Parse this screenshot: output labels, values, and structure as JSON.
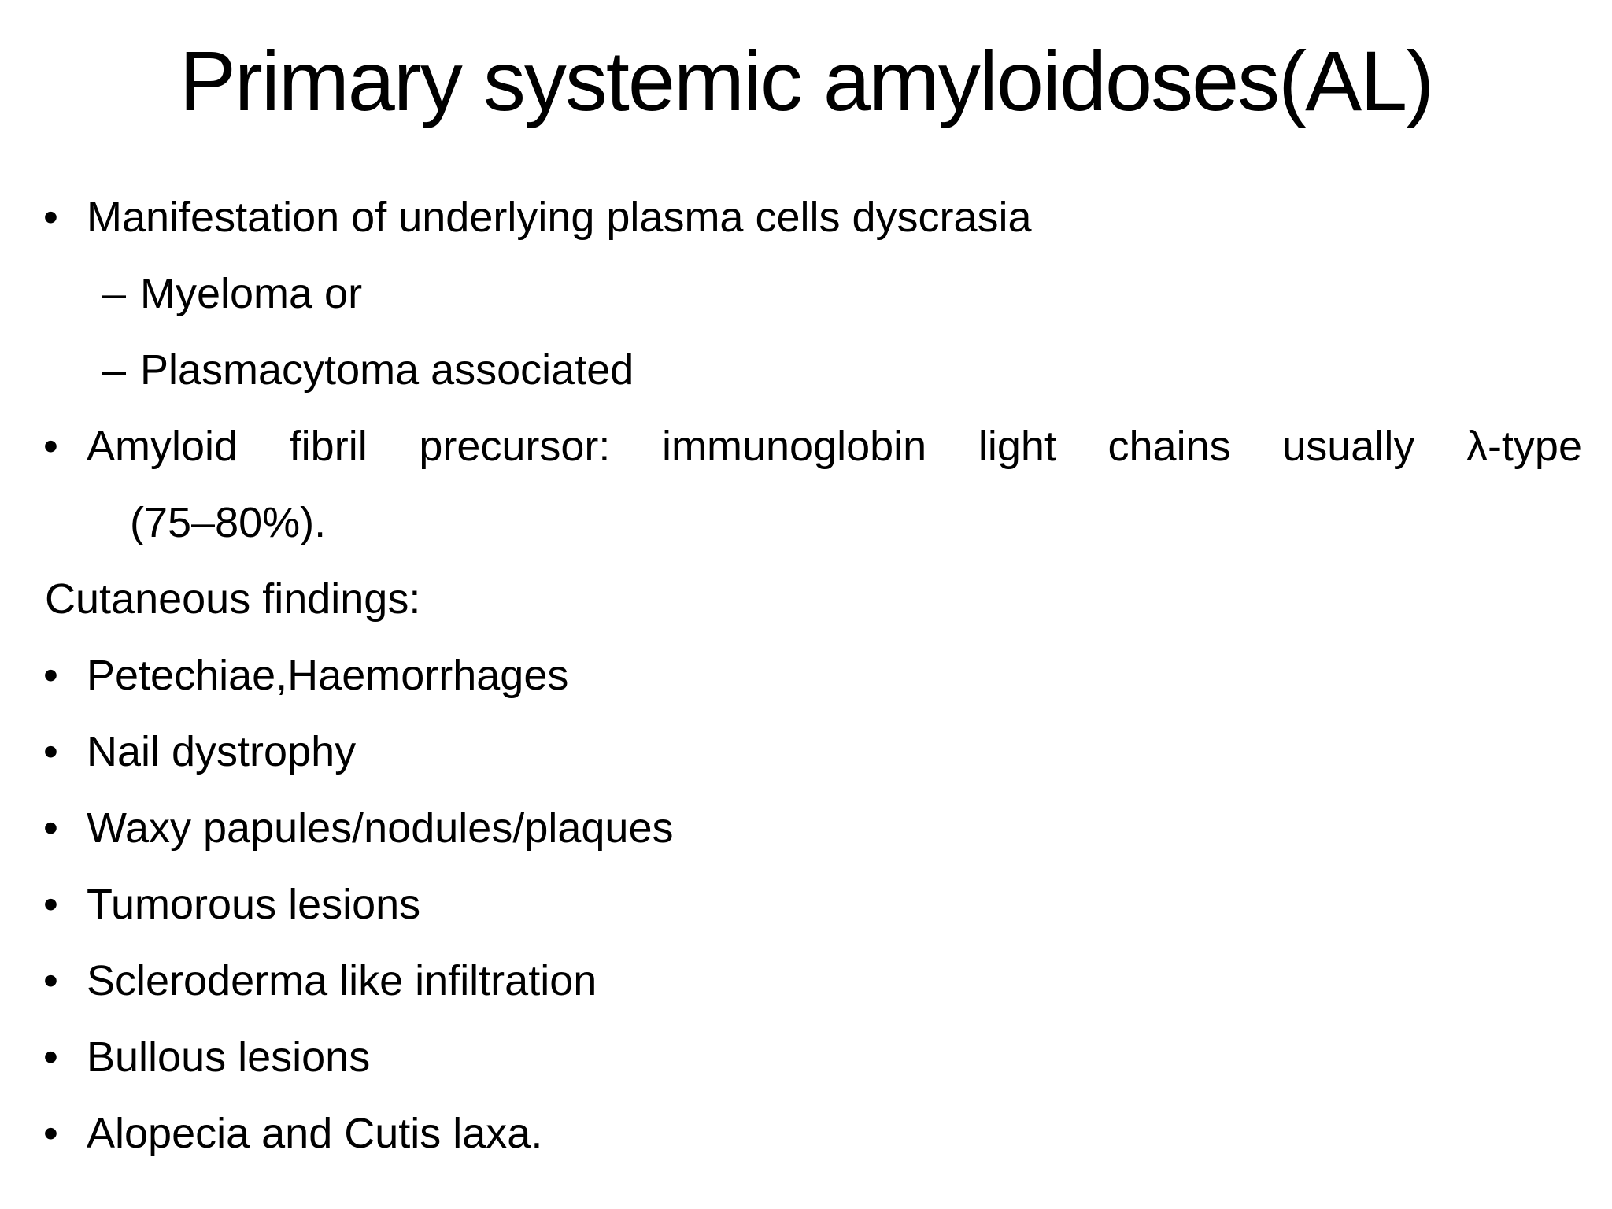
{
  "slide": {
    "title": "Primary systemic amyloidoses(AL)",
    "colors": {
      "background": "#ffffff",
      "text": "#000000"
    },
    "items": [
      {
        "marker": "•",
        "text": "Manifestation of underlying plasma cells dyscrasia"
      },
      {
        "marker": "–",
        "text": "Myeloma or"
      },
      {
        "marker": "–",
        "text": "Plasmacytoma associated"
      },
      {
        "marker": "•",
        "text": "Amyloid fibril precursor: immunoglobin light chains usually λ-type"
      },
      {
        "marker": "",
        "text": "(75–80%)."
      },
      {
        "marker": "",
        "text": "Cutaneous findings:"
      },
      {
        "marker": "•",
        "text": "Petechiae,Haemorrhages"
      },
      {
        "marker": "•",
        "text": "Nail dystrophy"
      },
      {
        "marker": "•",
        "text": "Waxy papules/nodules/plaques"
      },
      {
        "marker": "•",
        "text": "Tumorous lesions"
      },
      {
        "marker": "•",
        "text": "Scleroderma like infiltration"
      },
      {
        "marker": "•",
        "text": "Bullous lesions"
      },
      {
        "marker": "•",
        "text": "Alopecia and Cutis laxa."
      }
    ]
  }
}
